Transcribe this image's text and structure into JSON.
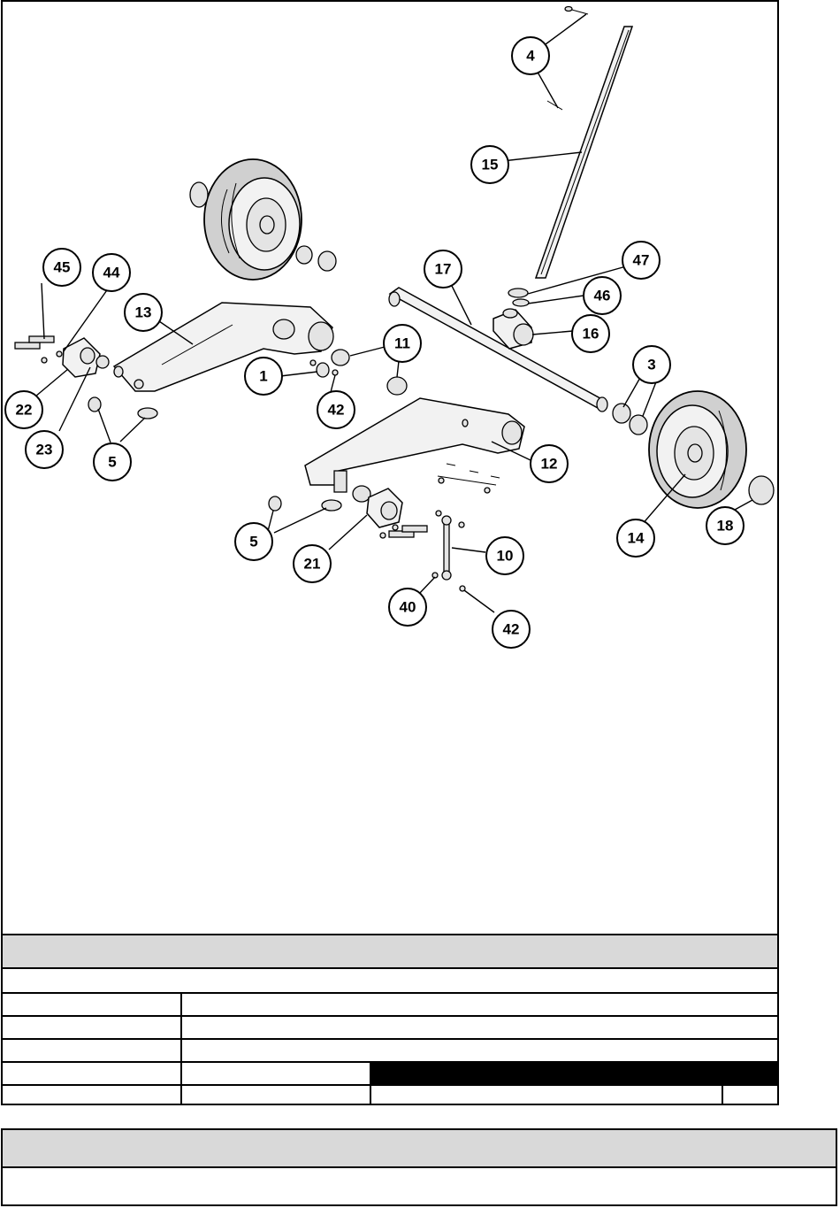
{
  "callouts": [
    {
      "label": "4"
    },
    {
      "label": "15"
    },
    {
      "label": "45"
    },
    {
      "label": "44"
    },
    {
      "label": "13"
    },
    {
      "label": "17"
    },
    {
      "label": "47"
    },
    {
      "label": "46"
    },
    {
      "label": "16"
    },
    {
      "label": "11"
    },
    {
      "label": "1"
    },
    {
      "label": "3"
    },
    {
      "label": "42"
    },
    {
      "label": "22"
    },
    {
      "label": "23"
    },
    {
      "label": "5"
    },
    {
      "label": "12"
    },
    {
      "label": "5"
    },
    {
      "label": "21"
    },
    {
      "label": "10"
    },
    {
      "label": "14"
    },
    {
      "label": "18"
    },
    {
      "label": "40"
    },
    {
      "label": "42"
    }
  ],
  "colors": {
    "header_fill": "#d9d9d9",
    "line": "#000000"
  }
}
